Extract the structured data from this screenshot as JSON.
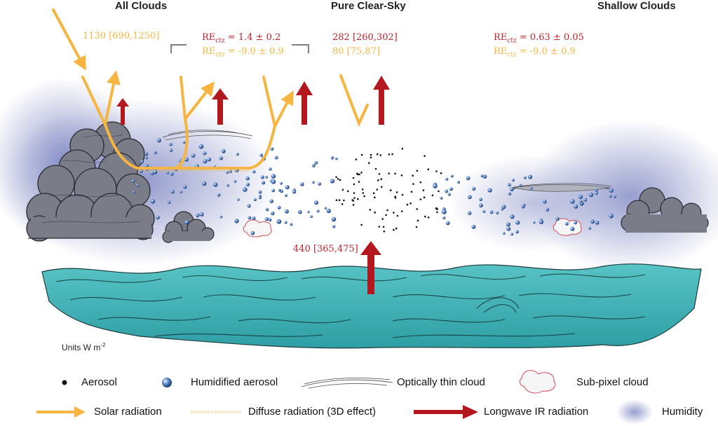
{
  "panels": {
    "left": "All Clouds",
    "center": "Pure Clear-Sky",
    "right": "Shallow Clouds"
  },
  "values": {
    "incoming_solar": "1130 [690,1250]",
    "re_sym": "RE",
    "re_sub": "ctz",
    "all_lw_re": " = 1.4 ± 0.2",
    "all_sw_re": " = -9.0 ± 0.9",
    "clear_lw": "282 [260,302]",
    "clear_sw": "80 [75,87]",
    "shallow_lw_re": " = 0.63 ± 0.05",
    "shallow_sw_re": " = -9.0 ± 0.9",
    "surface_lw": "440 [365,475]"
  },
  "units": {
    "prefix": "Units W m",
    "exp": "-2"
  },
  "legend": {
    "aerosol": "Aerosol",
    "humidified_aerosol": "Humidified aerosol",
    "thin_cloud": "Optically thin cloud",
    "subpixel_cloud": "Sub-pixel cloud",
    "solar": "Solar radiation",
    "diffuse": "Diffuse radiation (3D effect)",
    "longwave": "Longwave IR radiation",
    "humidity": "Humidity"
  },
  "colors": {
    "solar": "#f5b540",
    "longwave": "#b3181f",
    "ocean": "#3fb2b6",
    "humidity": "#8a93c8",
    "cloud": "#6b6e7a"
  }
}
